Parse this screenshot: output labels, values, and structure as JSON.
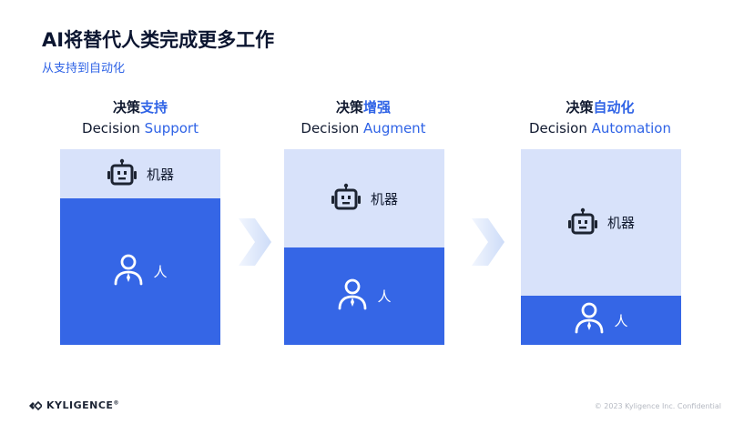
{
  "slide": {
    "title": "AI将替代人类完成更多工作",
    "subtitle": "从支持到自动化"
  },
  "columns": [
    {
      "heading_zh_prefix": "决策",
      "heading_zh_accent": "支持",
      "heading_en_prefix": "Decision ",
      "heading_en_accent": "Support",
      "machine_label": "机器",
      "human_label": "人",
      "machine_share": 0.25,
      "human_share": 0.75
    },
    {
      "heading_zh_prefix": "决策",
      "heading_zh_accent": "增强",
      "heading_en_prefix": "Decision ",
      "heading_en_accent": "Augment",
      "machine_label": "机器",
      "human_label": "人",
      "machine_share": 0.5,
      "human_share": 0.5
    },
    {
      "heading_zh_prefix": "决策",
      "heading_zh_accent": "自动化",
      "heading_en_prefix": "Decision ",
      "heading_en_accent": "Automation",
      "machine_label": "机器",
      "human_label": "人",
      "machine_share": 0.75,
      "human_share": 0.25
    }
  ],
  "footer": {
    "brand": "KYLIGENCE",
    "registered": "®",
    "copyright": "© 2023 Kyligence Inc. Confidential"
  },
  "icons": {
    "robot": "robot-icon",
    "person": "person-icon",
    "arrow": "chevron-right-arrow-icon",
    "logo": "kyligence-logo-icon"
  },
  "colors": {
    "title": "#0b1530",
    "accent": "#2f63e6",
    "machine_fill": "#d8e2fa",
    "human_fill": "#3566e6",
    "arrow_fill": "#dbe7fb"
  }
}
